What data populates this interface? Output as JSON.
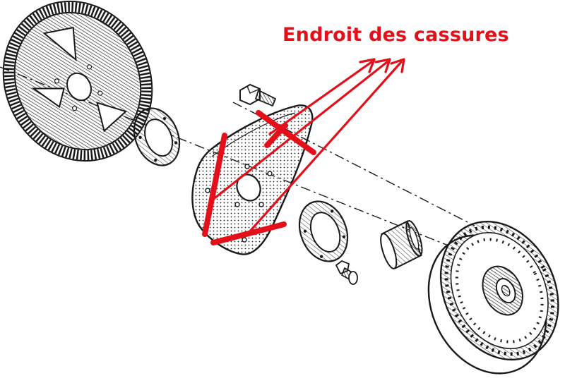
{
  "annotation": {
    "label": "Endroit des cassures"
  },
  "colors": {
    "annotation": "#e3101a",
    "ink": "#1a1a1a",
    "background": "#ffffff"
  },
  "parts": [
    {
      "name": "flywheel-ring-gear",
      "icon": "ring-gear-icon"
    },
    {
      "name": "front-spacer-ring",
      "icon": "washer-icon"
    },
    {
      "name": "bolt",
      "icon": "bolt-icon"
    },
    {
      "name": "flex-plate",
      "icon": "triangular-plate-icon"
    },
    {
      "name": "rear-spacer-ring",
      "icon": "washer-icon"
    },
    {
      "name": "short-bolt",
      "icon": "bolt-icon"
    },
    {
      "name": "centering-bushing",
      "icon": "bushing-icon"
    },
    {
      "name": "torque-converter",
      "icon": "converter-icon"
    }
  ]
}
